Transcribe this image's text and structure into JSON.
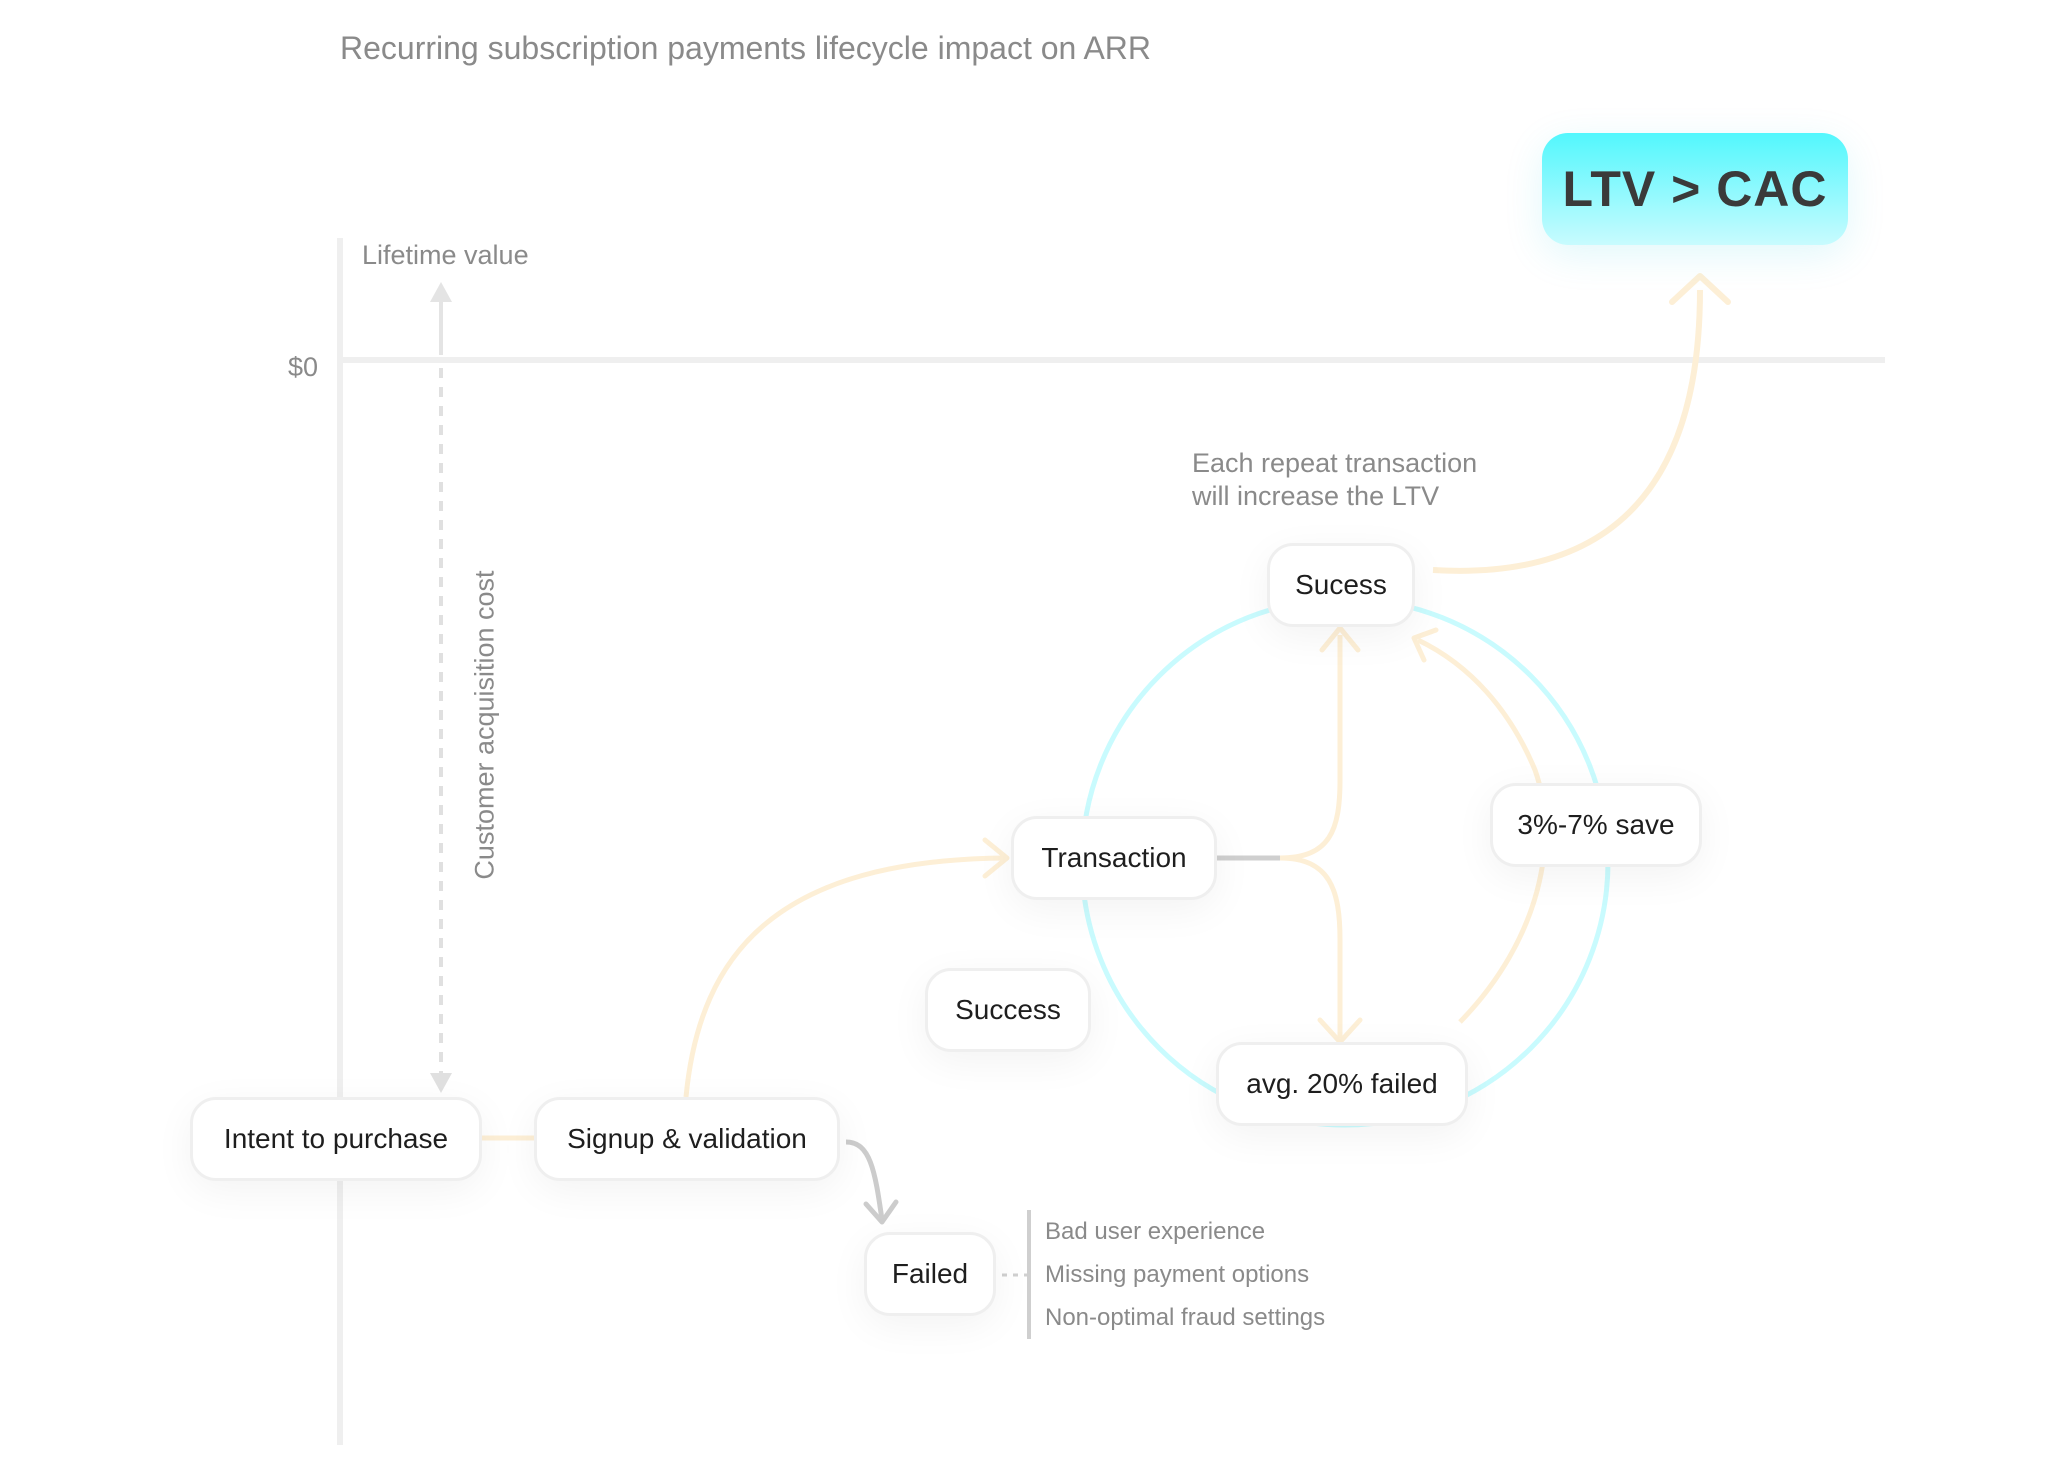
{
  "title": "Recurring subscription payments lifecycle impact on ARR",
  "axis": {
    "y_label": "Lifetime value",
    "zero_label": "$0",
    "cac_label": "Customer acquisition cost"
  },
  "outcome": {
    "label": "LTV > CAC",
    "colors": {
      "top": "#52f7fd",
      "bottom": "#c8fbfe"
    }
  },
  "annotation": {
    "line1": "Each repeat transaction",
    "line2": "will increase the LTV"
  },
  "nodes": {
    "intent": "Intent to purchase",
    "signup": "Signup & validation",
    "failed": "Failed",
    "success_initial": "Success",
    "transaction": "Transaction",
    "success_loop": "Sucess",
    "failed_loop": "avg. 20% failed",
    "save": "3%-7% save"
  },
  "failure_reasons": [
    "Bad user experience",
    "Missing payment options",
    "Non-optimal fraud settings"
  ],
  "colors": {
    "flow_arrow": "#fdefd6",
    "loop_circle": "#c9fbfe",
    "axis": "#efefef",
    "fail_arrow": "#cccccc"
  }
}
